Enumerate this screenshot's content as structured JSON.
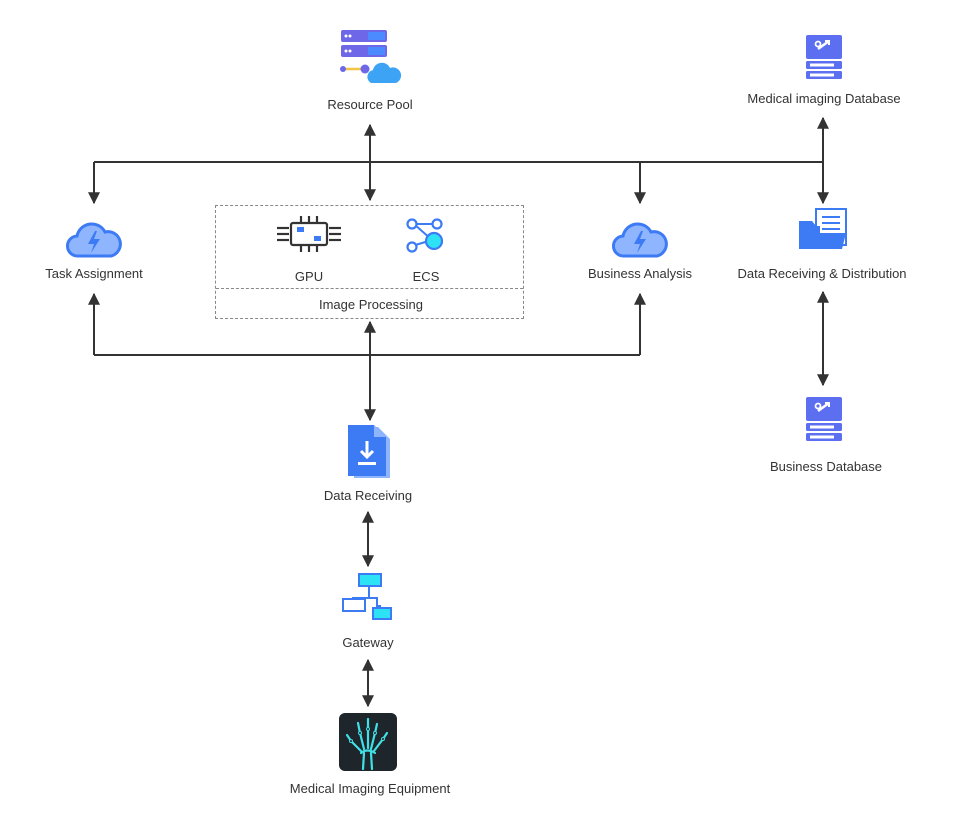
{
  "nodes": {
    "resource_pool": {
      "label": "Resource Pool",
      "icon": "server-cloud-icon"
    },
    "medical_imaging_database": {
      "label": "Medical imaging Database",
      "icon": "database-icon"
    },
    "task_assignment": {
      "label": "Task Assignment",
      "icon": "cloud-lightning-icon"
    },
    "business_analysis": {
      "label": "Business Analysis",
      "icon": "cloud-lightning-icon"
    },
    "data_receiving_distribution": {
      "label": "Data Receiving & Distribution",
      "icon": "folder-document-icon"
    },
    "business_database": {
      "label": "Business Database",
      "icon": "database-icon"
    },
    "data_receiving": {
      "label": "Data Receiving",
      "icon": "file-download-icon"
    },
    "gateway": {
      "label": "Gateway",
      "icon": "network-topology-icon"
    },
    "medical_imaging_equipment": {
      "label": "Medical Imaging Equipment",
      "icon": "xray-hand-icon"
    }
  },
  "image_processing": {
    "label": "Image Processing",
    "gpu": {
      "label": "GPU",
      "icon": "chip-icon"
    },
    "ecs": {
      "label": "ECS",
      "icon": "nodes-icon"
    }
  },
  "colors": {
    "primary_blue": "#3D7BF5",
    "light_blue": "#8FB5FF",
    "cyan": "#2DE2F5",
    "purple": "#6E67E8",
    "indigo": "#5B6FF0",
    "connector": "#333333",
    "box_border": "#888888",
    "equipment_bg": "#1E252B"
  }
}
